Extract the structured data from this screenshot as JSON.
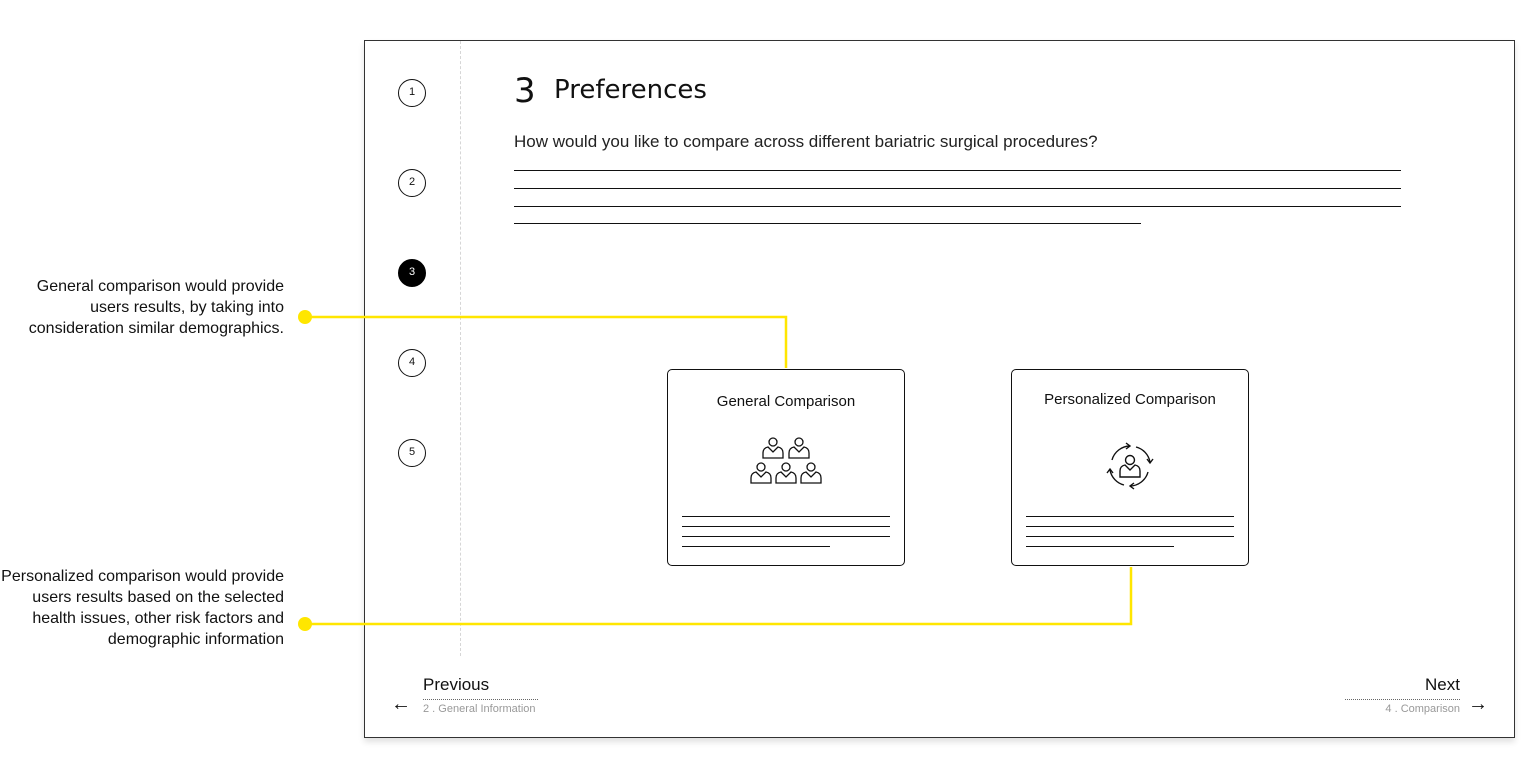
{
  "annotations": {
    "general": "General comparison would provide users results, by taking into consideration similar demographics.",
    "personalized": "Personalized comparison would provide users results based on the selected health issues, other risk factors and demographic information"
  },
  "steps": [
    "1",
    "2",
    "3",
    "4",
    "5"
  ],
  "active_step": "3",
  "header": {
    "number": "3",
    "title": "Preferences"
  },
  "question": "How would you like to compare across different bariatric surgical procedures?",
  "cards": {
    "general": {
      "title": "General Comparison",
      "icon": "group-of-people-icon"
    },
    "personalized": {
      "title": "Personalized Comparison",
      "icon": "person-with-cycle-arrows-icon"
    }
  },
  "navigation": {
    "previous": {
      "label": "Previous",
      "sub": "2 . General Information",
      "icon": "arrow-left-icon"
    },
    "next": {
      "label": "Next",
      "sub": "4 . Comparison",
      "icon": "arrow-right-icon"
    }
  },
  "colors": {
    "callout": "#FFE600",
    "active_step": "#000000"
  }
}
